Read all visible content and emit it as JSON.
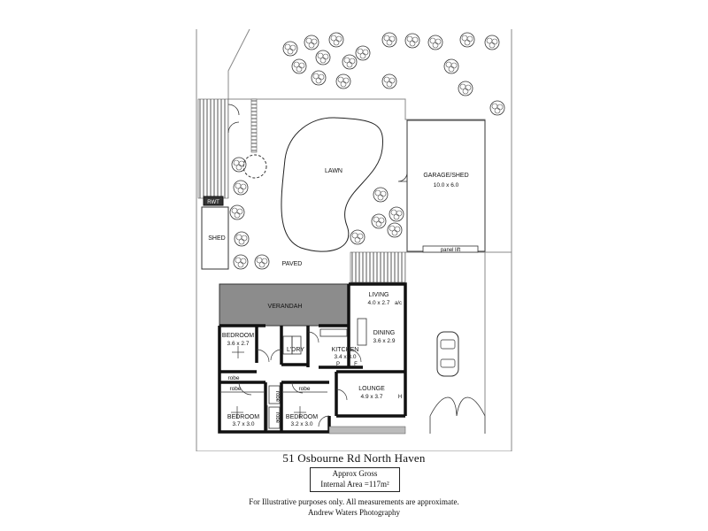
{
  "rooms": {
    "lawn": "LAWN",
    "garage_name": "GARAGE/SHED",
    "garage_size": "10.0 x 6.0",
    "panel_lift": "panel lift",
    "rwt": "RWT",
    "shed": "SHED",
    "paved": "PAVED",
    "verandah": "VERANDAH",
    "living_name": "LIVING",
    "living_size": "4.0 x 2.7",
    "ac": "a/c",
    "dining_name": "DINING",
    "dining_size": "3.6 x 2.9",
    "bed1_name": "BEDROOM",
    "bed1_size": "3.6 x 2.7",
    "ldry": "L'DRY",
    "kitchen_name": "KITCHEN",
    "kitchen_size": "3.4 x 3.0",
    "pantry": "P",
    "fridge": "F",
    "robe": "robe",
    "lounge_name": "LOUNGE",
    "lounge_size": "4.9 x 3.7",
    "heater": "H",
    "bed2_name": "BEDROOM",
    "bed2_size": "3.7 x 3.0",
    "bed3_name": "BEDROOM",
    "bed3_size": "3.2 x 3.0"
  },
  "footer": {
    "address": "51 Osbourne Rd North Haven",
    "area_line1": "Approx Gross",
    "area_line2": "Internal Area =117m²",
    "disclaimer": "For Illustrative purposes only.  All measurements are approximate.",
    "credit": "Andrew Waters Photography"
  },
  "colors": {
    "verandah": "#8c8c8c",
    "line": "#111111"
  }
}
